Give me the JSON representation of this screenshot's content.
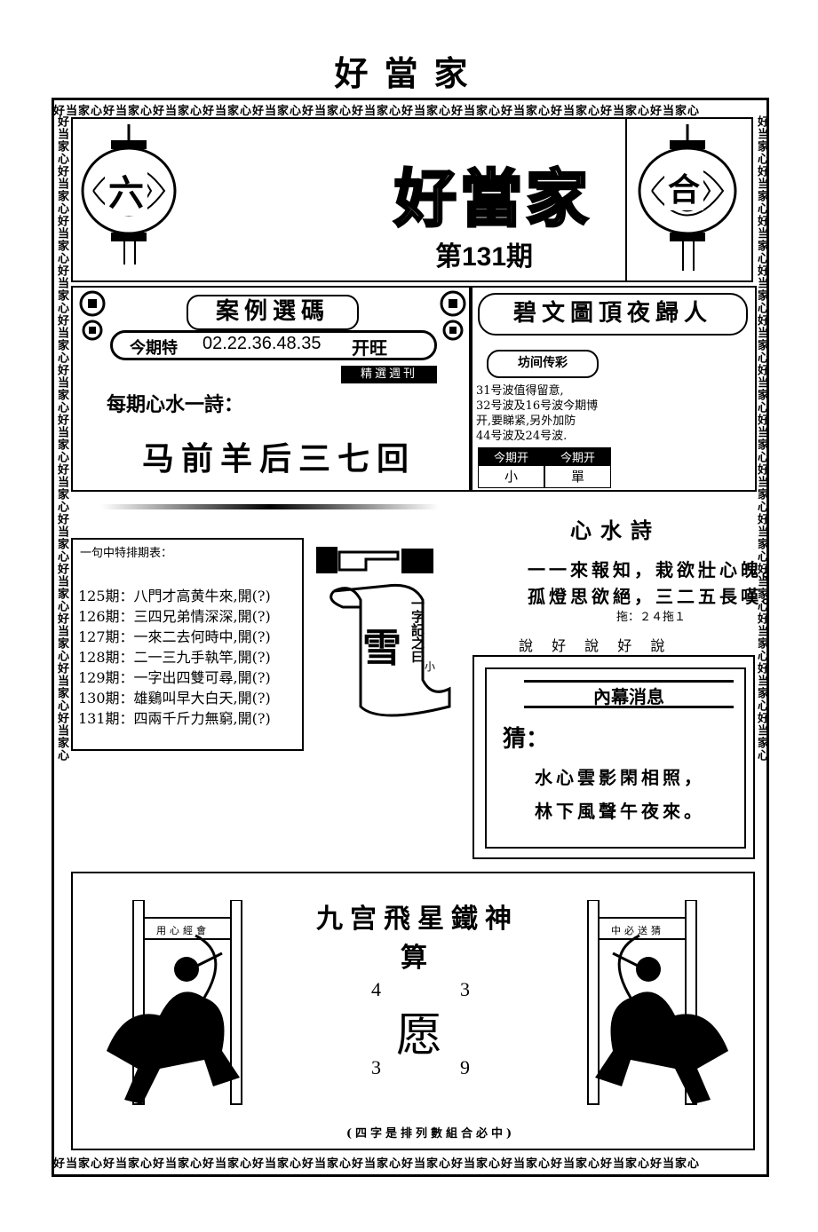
{
  "header": {
    "top_title": "好當家",
    "main_title": "好當家",
    "issue": "第131期",
    "lantern_left_char": "六",
    "lantern_right_char": "合"
  },
  "border_pattern": "好当家心好当家心好当家心好当家心好当家心好当家心好当家心好当家心好当家心好当家心好当家心好当家心好当家心",
  "case_section": {
    "title": "案例選碼",
    "result_label": "今期特",
    "result_numbers": "02.22.36.48.35",
    "result_tag": "开旺",
    "stamp": "精選週刊",
    "poem_label": "每期心水一詩：",
    "poem": "马前羊后三七回"
  },
  "right_top": {
    "title": "碧文圖頂夜歸人",
    "badge": "坊间传彩",
    "lines": [
      "31号波值得留意,",
      "32号波及16号波今期博",
      "开,要睇紧,另外加防",
      "44号波及24号波."
    ],
    "table_headers": [
      "今期开",
      "今期开"
    ],
    "table_values": [
      "小",
      "單"
    ]
  },
  "list_section": {
    "heading": "一句中特排期表：",
    "items": [
      "125期：八門才高黄牛來,開(?)",
      "126期：三四兄弟情深深,開(?)",
      "127期：一來二去何時中,開(?)",
      "128期：二一三九手執竿,開(?)",
      "129期：一字出四雙可尋,開(?)",
      "130期：雄鷄叫早大白天,開(?)",
      "131期：四兩千斤力無窮,開(?)"
    ]
  },
  "scroll_section": {
    "banner": "一字記之曰",
    "char": "雪",
    "side_small": "小"
  },
  "right_mid": {
    "title": "心水詩",
    "poem_line1": "一一來報知，栽欲壯心魄。",
    "poem_line2": "孤燈思欲絕，三二五長嘆。",
    "hint": "拖：２４拖１",
    "deco": "說 好 說 好 說"
  },
  "inside_news": {
    "title": "內幕消息",
    "guess_label": "猜：",
    "line1": "水心雲影閑相照，",
    "line2": "林下風聲午夜來。"
  },
  "bottom": {
    "left_sign": "用心經會",
    "right_sign": "中必送猜",
    "arc_title": "九宫飛星鐵神算",
    "center_char": "愿",
    "numbers": [
      "4",
      "3",
      "3",
      "9"
    ],
    "footer": "(四字是排列數組合必中)"
  }
}
